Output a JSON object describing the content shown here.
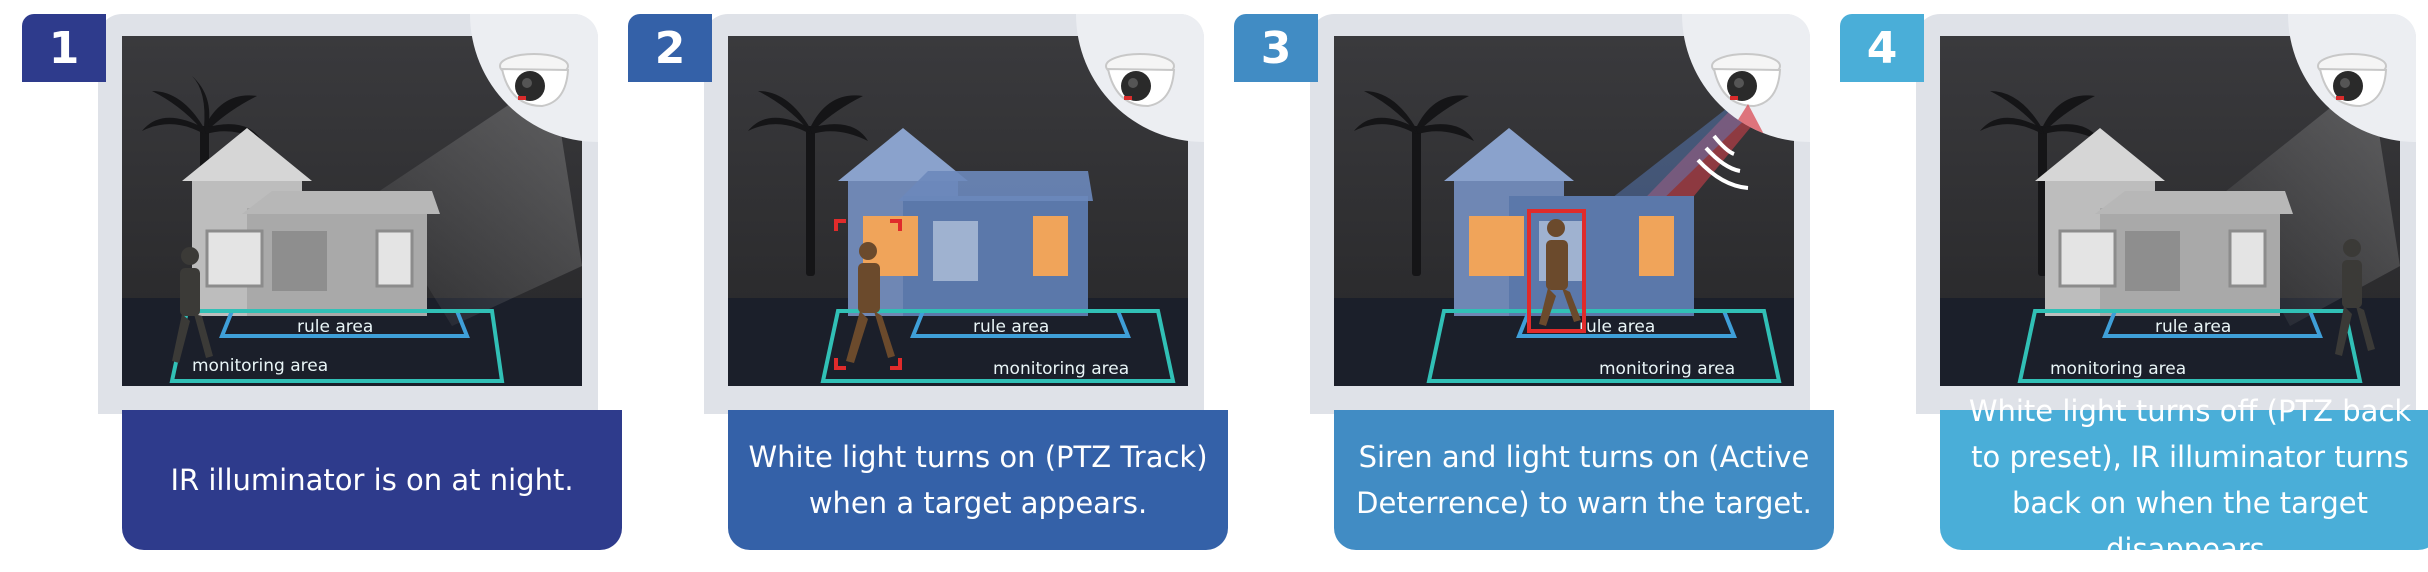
{
  "steps": [
    {
      "number": "1",
      "caption": "IR illuminator is on at night.",
      "badge_color": "#2e3b8c",
      "caption_color": "#2e3b8c",
      "rule_area": "rule area",
      "monitoring_area": "monitoring area"
    },
    {
      "number": "2",
      "caption": "White light turns on (PTZ Track) when a target appears.",
      "badge_color": "#3461a8",
      "caption_color": "#3461a8",
      "rule_area": "rule area",
      "monitoring_area": "monitoring area"
    },
    {
      "number": "3",
      "caption": "Siren and light turns on (Active Deterrence) to warn the target.",
      "badge_color": "#418cc4",
      "caption_color": "#418cc4",
      "rule_area": "rule area",
      "monitoring_area": "monitoring area"
    },
    {
      "number": "4",
      "caption": "White light turns off (PTZ back to preset), IR illuminator turns back on when the target disappears.",
      "badge_color": "#4aaed8",
      "caption_color": "#4aaed8",
      "rule_area": "rule area",
      "monitoring_area": "monitoring area"
    }
  ]
}
